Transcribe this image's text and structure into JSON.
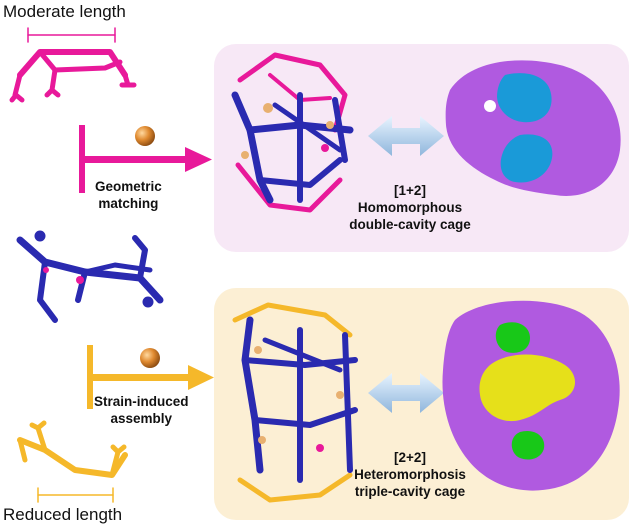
{
  "top": {
    "linker_label": "Moderate length",
    "process_label_line1": "Geometric",
    "process_label_line2": "matching",
    "product_line1": "[1+2]",
    "product_line2": "Homomorphous",
    "product_line3": "double-cavity  cage"
  },
  "bottom": {
    "linker_label": "Reduced length",
    "process_label_line1": "Strain-induced",
    "process_label_line2": "assembly",
    "product_line1": "[2+2]",
    "product_line2": "Heteromorphosis",
    "product_line3": "triple-cavity cage"
  },
  "colors": {
    "magenta": "#e8199a",
    "gold": "#f5b82a",
    "blue": "#2a2ab0",
    "purple_surface": "#b05ae0",
    "cyan_cavity": "#1a9ad8",
    "yellow_cavity": "#e6e01a",
    "green_cavity": "#18c818",
    "panel_top": "#f7e8f6",
    "panel_bottom": "#fcefd4",
    "metal_sphere": "#d9832a"
  }
}
